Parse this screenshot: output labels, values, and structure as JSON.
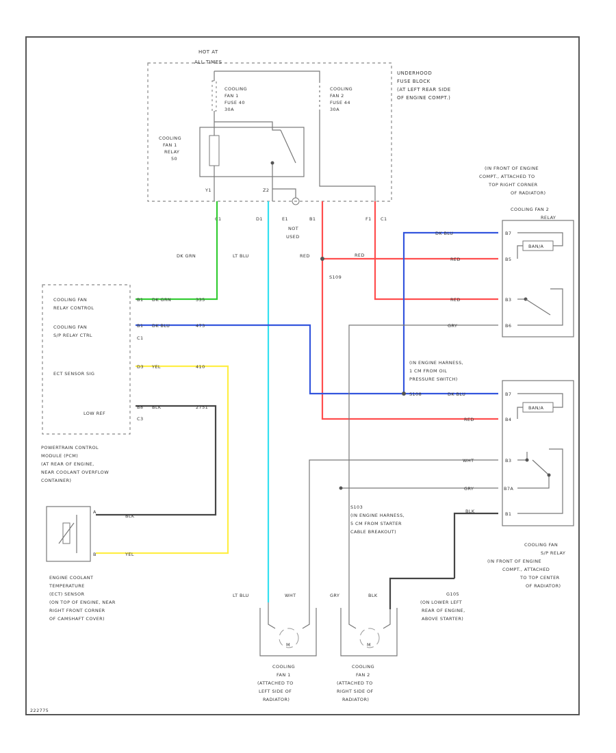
{
  "diagram": {
    "fuse_block": {
      "hot_at": "HOT AT",
      "all_times": "ALL TIMES",
      "title_lines": [
        "UNDERHOOD",
        "FUSE BLOCK",
        "(AT LEFT REAR SIDE",
        "OF ENGINE COMPT.)"
      ],
      "fuse1_lines": [
        "COOLING",
        "FAN 1",
        "FUSE 40",
        "30A"
      ],
      "fuse2_lines": [
        "COOLING",
        "FAN 2",
        "FUSE 44",
        "30A"
      ],
      "relay1_lines": [
        "COOLING",
        "FAN 1",
        "RELAY",
        "50"
      ],
      "pins": {
        "y1": "Y1",
        "z2": "Z2",
        "d1": "D1",
        "e1": "E1",
        "b1": "B1",
        "f1": "F1",
        "c1": "C1"
      },
      "not_used_lines": [
        "NOT",
        "USED"
      ]
    },
    "relay2": {
      "title_lines": [
        "(IN FRONT OF ENGINE",
        "COMPT., ATTACHED TO",
        "TOP RIGHT CORNER",
        "OF RADIATOR)",
        "COOLING FAN 2",
        "RELAY"
      ],
      "pins": [
        "B7",
        "B5",
        "B3",
        "B6"
      ],
      "coil_label": "BAN/A"
    },
    "sp_relay": {
      "title_lines": [
        "COOLING FAN",
        "S/P RELAY",
        "(IN FRONT OF ENGINE",
        "COMPT., ATTACHED",
        "TO TOP CENTER",
        "OF RADIATOR)"
      ],
      "pins": [
        "B7",
        "B4",
        "B3",
        "B7A",
        "B1"
      ],
      "coil_label": "BAN/A"
    },
    "pcm": {
      "rows": [
        {
          "lines": [
            "COOLING FAN",
            "RELAY CONTROL"
          ],
          "code": "B1",
          "color": "DK GRN",
          "num": "335"
        },
        {
          "lines": [
            "COOLING FAN",
            "S/P RELAY CTRL"
          ],
          "code": "B1",
          "color": "DK BLU",
          "num": "473",
          "conn": "C1"
        },
        {
          "lines": [
            "ECT SENSOR SIG"
          ],
          "code": "D3",
          "color": "YEL",
          "num": "410"
        },
        {
          "lines": [
            "LOW REF"
          ],
          "code": "B8",
          "color": "BLK",
          "num": "2751",
          "conn": "C3"
        }
      ],
      "desc_lines": [
        "POWERTRAIN CONTROL",
        "MODULE (PCM)",
        "(AT REAR OF ENGINE,",
        "NEAR COOLANT OVERFLOW",
        "CONTAINER)"
      ]
    },
    "wires": {
      "dk_grn": "DK GRN",
      "lt_blu": "LT BLU",
      "red": "RED",
      "dk_blu": "DK BLU",
      "gry": "GRY",
      "wht": "WHT",
      "blk": "BLK",
      "yel": "YEL"
    },
    "splices": {
      "s109_label": "S109",
      "s108_lines": [
        "(IN ENGINE HARNESS,",
        "1 CM FROM OIL",
        "PRESSURE SWITCH)"
      ],
      "s108_name": "S108",
      "s103_lines": [
        "S103",
        "(IN ENGINE HARNESS,",
        "5 CM FROM STARTER",
        "CABLE BREAKOUT)"
      ]
    },
    "ect": {
      "pins": [
        "A",
        "B"
      ],
      "desc_lines": [
        "ENGINE COOLANT",
        "TEMPERATURE",
        "(ECT) SENSOR",
        "(ON TOP OF ENGINE, NEAR",
        "RIGHT FRONT CORNER",
        "OF CAMSHAFT COVER)"
      ]
    },
    "ground": {
      "name": "G105",
      "desc_lines": [
        "(ON LOWER LEFT",
        "REAR OF ENGINE,",
        "ABOVE STARTER)"
      ]
    },
    "fan1": {
      "lines": [
        "COOLING",
        "FAN 1",
        "(ATTACHED TO",
        "LEFT SIDE OF",
        "RADIATOR)"
      ],
      "wire_labels": [
        "LT BLU",
        "WHT"
      ],
      "motor": "M"
    },
    "fan2": {
      "lines": [
        "COOLING",
        "FAN 2",
        "(ATTACHED TO",
        "RIGHT SIDE OF",
        "RADIATOR)"
      ],
      "wire_labels": [
        "GRY",
        "BLK"
      ],
      "motor": "M"
    },
    "footer_id": "222775",
    "colors": {
      "dk_grn": "#33cc33",
      "lt_blu": "#33e0f0",
      "red": "#ff4d4d",
      "dk_blu": "#3355dd",
      "yel": "#ffee44",
      "blk": "#444444",
      "gry": "#888888",
      "wht": "#bbbbbb"
    }
  }
}
